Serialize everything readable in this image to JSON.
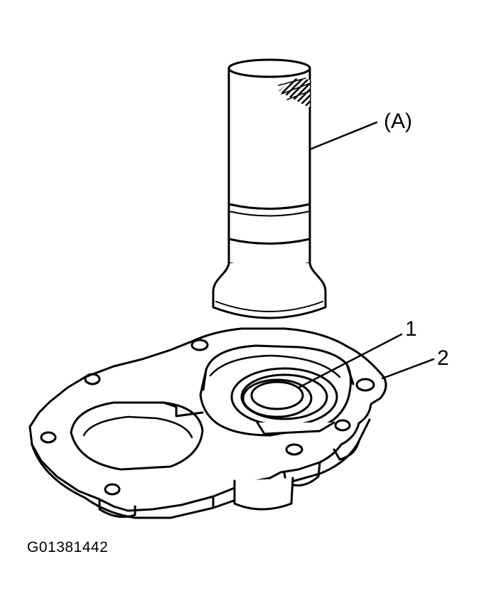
{
  "labels": {
    "tool": "(A)",
    "part_1": "1",
    "part_2": "2"
  },
  "figure_id": "G01381442",
  "colors": {
    "ink": "#000000",
    "paper": "#ffffff"
  }
}
